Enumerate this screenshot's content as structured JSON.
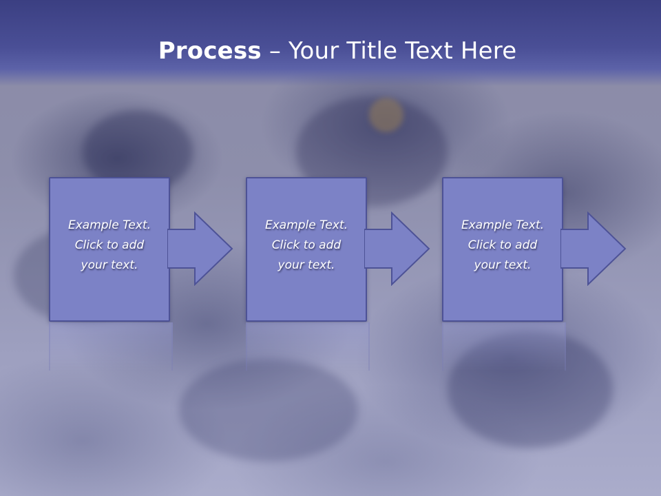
{
  "slide": {
    "title_bold": "Process",
    "title_rest": " – Your Title Text Here",
    "steps": [
      {
        "line1": "Example Text.",
        "line2": "Click  to add",
        "line3": "your text."
      },
      {
        "line1": "Example Text.",
        "line2": "Click  to add",
        "line3": "your text."
      },
      {
        "line1": "Example Text.",
        "line2": "Click  to add",
        "line3": "your text."
      }
    ]
  },
  "colors": {
    "header": "#3b3f82",
    "box_fill": "#7c82c6",
    "box_border": "#4d5296",
    "text": "#ffffff"
  }
}
